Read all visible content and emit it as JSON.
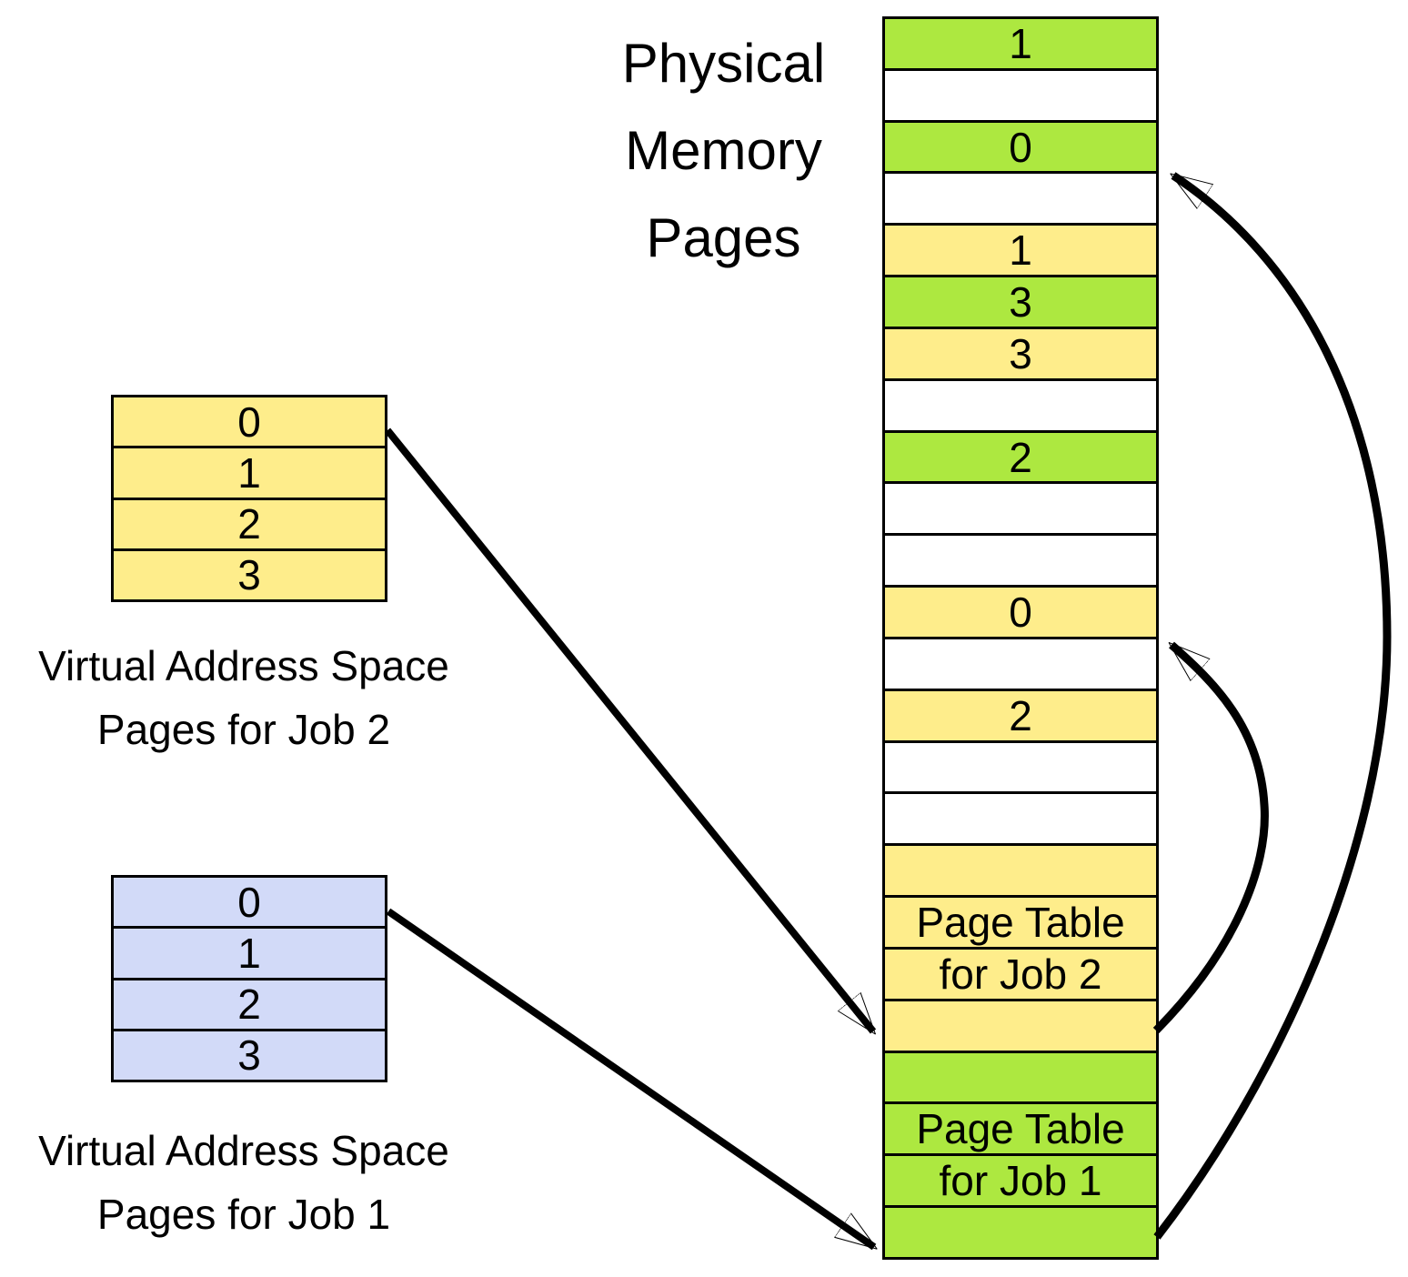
{
  "title": {
    "text": "Physical Memory Pages"
  },
  "physical_memory": {
    "rows": [
      {
        "label": "1",
        "color": "green"
      },
      {
        "label": "",
        "color": "white"
      },
      {
        "label": "0",
        "color": "green"
      },
      {
        "label": "",
        "color": "white"
      },
      {
        "label": "1",
        "color": "yellow"
      },
      {
        "label": "3",
        "color": "green"
      },
      {
        "label": "3",
        "color": "yellow"
      },
      {
        "label": "",
        "color": "white"
      },
      {
        "label": "2",
        "color": "green"
      },
      {
        "label": "",
        "color": "white"
      },
      {
        "label": "",
        "color": "white"
      },
      {
        "label": "0",
        "color": "yellow"
      },
      {
        "label": "",
        "color": "white"
      },
      {
        "label": "2",
        "color": "yellow"
      },
      {
        "label": "",
        "color": "white"
      },
      {
        "label": "",
        "color": "white"
      },
      {
        "label": "",
        "color": "yellow"
      },
      {
        "label": "Page Table",
        "color": "yellow"
      },
      {
        "label": "for Job 2",
        "color": "yellow"
      },
      {
        "label": "",
        "color": "yellow"
      },
      {
        "label": "",
        "color": "green"
      },
      {
        "label": "Page Table",
        "color": "green"
      },
      {
        "label": "for Job 1",
        "color": "green"
      },
      {
        "label": "",
        "color": "green"
      }
    ]
  },
  "job2_table": {
    "rows": [
      "0",
      "1",
      "2",
      "3"
    ],
    "caption_line1": "Virtual Address Space",
    "caption_line2": "Pages for Job 2"
  },
  "job1_table": {
    "rows": [
      "0",
      "1",
      "2",
      "3"
    ],
    "caption_line1": "Virtual Address Space",
    "caption_line2": "Pages for Job 1"
  },
  "colors": {
    "green": "#ADE840",
    "yellow": "#FEED8B",
    "blue": "#D2DAF8",
    "white": "#FFFFFF",
    "line": "#000000"
  }
}
